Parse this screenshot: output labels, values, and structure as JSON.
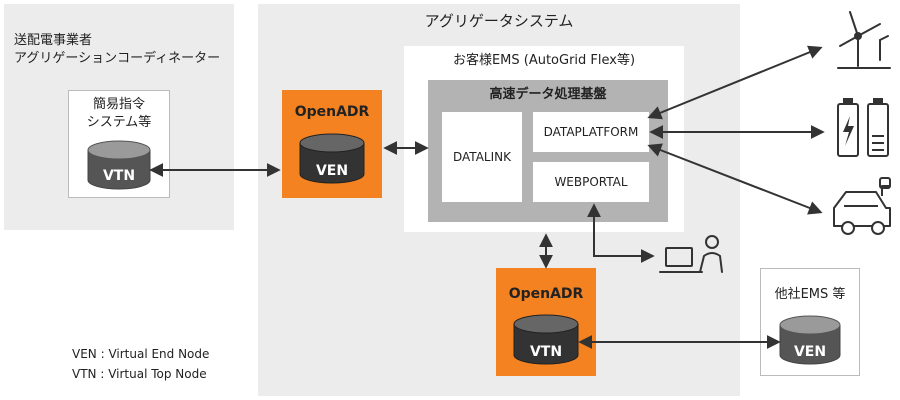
{
  "utility": {
    "title_line1": "送配電事業者",
    "title_line2": "アグリゲーションコーディネーター",
    "system_line1": "簡易指令",
    "system_line2": "システム等",
    "cylinder_label": "VTN"
  },
  "aggregator": {
    "title": "アグリゲータシステム",
    "customer_ems_title": "お客様EMS (AutoGrid Flex等)",
    "platform_title": "高速データ処理基盤",
    "datalink": "DATALINK",
    "dataplatform": "DATAPLATFORM",
    "webportal": "WEBPORTAL",
    "openadr_top_title": "OpenADR",
    "openadr_top_label": "VEN",
    "openadr_bottom_title": "OpenADR",
    "openadr_bottom_label": "VTN"
  },
  "other_ems": {
    "title": "他社EMS 等",
    "cylinder_label": "VEN"
  },
  "legend": {
    "ven": "VEN : Virtual End Node",
    "vtn": "VTN : Virtual Top Node"
  },
  "icons": [
    "wind-turbine-icon",
    "battery-icon",
    "electric-car-icon",
    "laptop-user-icon"
  ],
  "colors": {
    "accent": "#f58220",
    "panel": "#ececec",
    "platform": "#b3b3b3",
    "dark": "#333333"
  }
}
